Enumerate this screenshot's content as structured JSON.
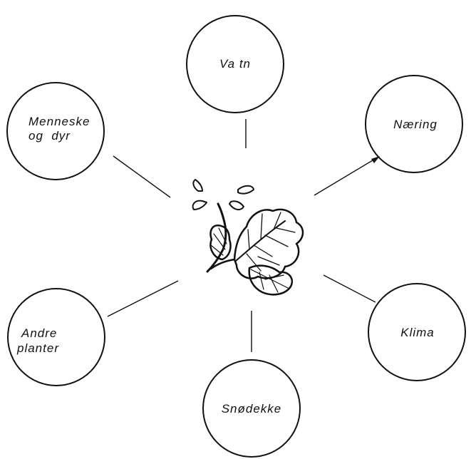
{
  "nodes": [
    {
      "id": "vatn",
      "lines": [
        "Va tn"
      ]
    },
    {
      "id": "naering",
      "lines": [
        "Næring"
      ]
    },
    {
      "id": "klima",
      "lines": [
        "Klima"
      ]
    },
    {
      "id": "snodekke",
      "lines": [
        "Snødekke"
      ]
    },
    {
      "id": "andre-planter",
      "lines": [
        "Andre",
        "planter"
      ]
    },
    {
      "id": "menneske-og-dyr",
      "lines": [
        "Menneske",
        "og  dyr"
      ]
    }
  ],
  "center": {
    "icon": "cloudberry-plant-icon"
  },
  "colors": {
    "ink": "#111111",
    "background": "#ffffff"
  }
}
